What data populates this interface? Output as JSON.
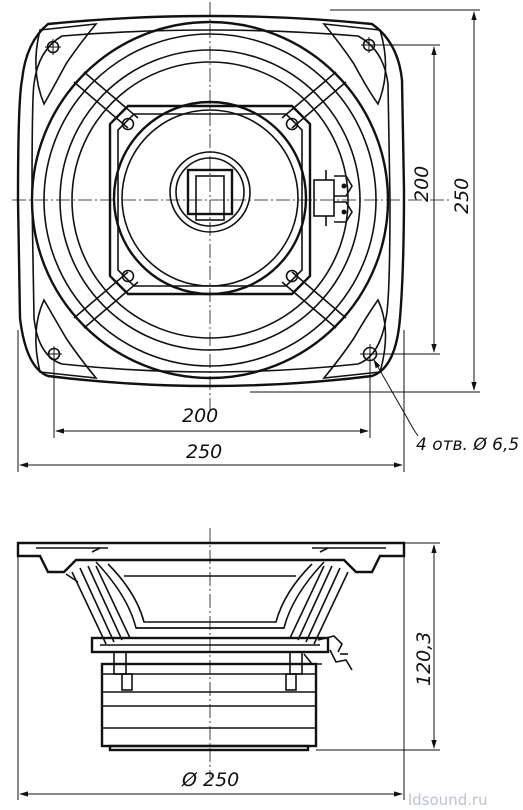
{
  "dimensions": {
    "top_width_inner": "200",
    "top_width_outer": "250",
    "right_height_inner": "200",
    "right_height_outer": "250",
    "side_height": "120,3",
    "side_diameter": "Ø 250"
  },
  "annotation": {
    "holes": "4 отв. Ø 6,5"
  },
  "watermark": "ldsound.ru"
}
